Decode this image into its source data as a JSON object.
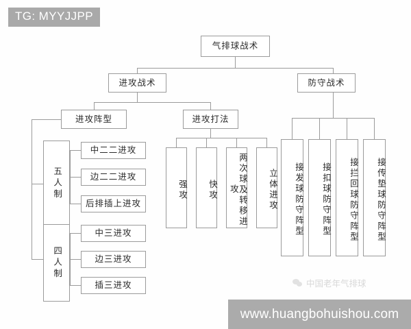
{
  "watermarks": {
    "tg_tag": "TG: MYYJJPP",
    "url_bar": "www.huangbohuishou.com",
    "credit": "中国老年气排球",
    "credit_icon": "wechat-icon"
  },
  "colors": {
    "box_border": "#9a9a9a",
    "line": "#9a9a9a",
    "text": "#2a2a2a",
    "tag_bg": "#a9a9a9",
    "url_bar_bg": "#ababab",
    "background": "#fefefe"
  },
  "diagram": {
    "type": "tree",
    "root": "气排球战术",
    "level2": {
      "offense": "进攻战术",
      "defense": "防守战术"
    },
    "level3": {
      "formation": "进攻阵型",
      "playstyle": "进攻打法"
    },
    "formation_groups": [
      {
        "label": "五人制",
        "children": [
          "中二二进攻",
          "边二二进攻",
          "后排插上进攻"
        ]
      },
      {
        "label": "四人制",
        "children": [
          "中三进攻",
          "边三进攻",
          "插三进攻"
        ]
      }
    ],
    "playstyle_children": [
      "强攻",
      "快攻",
      "两次球及转移进攻",
      "立体进攻"
    ],
    "defense_children": [
      "接发球防守阵型",
      "接扣球防守阵型",
      "接拦回球防守阵型",
      "接传垫球防守阵型"
    ]
  }
}
